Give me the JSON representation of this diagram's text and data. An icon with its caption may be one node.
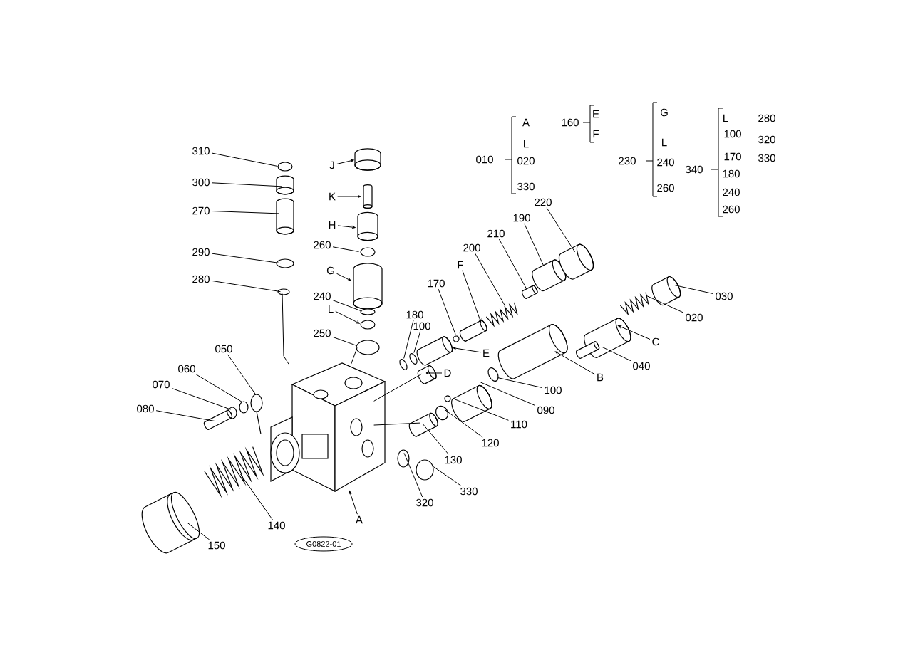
{
  "diagram": {
    "nodes": [
      {
        "text": [
          "310"
        ]
      },
      {
        "text": [
          "300"
        ]
      },
      {
        "text": [
          "270"
        ]
      },
      {
        "text": [
          "290"
        ]
      },
      {
        "text": [
          "280"
        ]
      },
      {
        "text": [
          "J"
        ]
      },
      {
        "text": [
          "K"
        ]
      },
      {
        "text": [
          "H"
        ]
      },
      {
        "text": [
          "260"
        ]
      },
      {
        "text": [
          "G"
        ]
      },
      {
        "text": [
          "240"
        ]
      },
      {
        "text": [
          "L"
        ]
      },
      {
        "text": [
          "250"
        ]
      },
      {
        "text": [
          "180"
        ]
      },
      {
        "text": [
          "100"
        ]
      },
      {
        "text": [
          "D"
        ]
      },
      {
        "text": [
          "170"
        ]
      },
      {
        "text": [
          "E"
        ]
      },
      {
        "text": [
          "F"
        ]
      },
      {
        "text": [
          "200"
        ]
      },
      {
        "text": [
          "210"
        ]
      },
      {
        "text": [
          "190"
        ]
      },
      {
        "text": [
          "220"
        ]
      },
      {
        "text": [
          "030"
        ]
      },
      {
        "text": [
          "020"
        ]
      },
      {
        "text": [
          "C"
        ]
      },
      {
        "text": [
          "040"
        ]
      },
      {
        "text": [
          "B"
        ]
      },
      {
        "text": [
          "100"
        ]
      },
      {
        "text": [
          "090"
        ]
      },
      {
        "text": [
          "110"
        ]
      },
      {
        "text": [
          "120"
        ]
      },
      {
        "text": [
          "130"
        ]
      },
      {
        "text": [
          "330"
        ]
      },
      {
        "text": [
          "320"
        ]
      },
      {
        "text": [
          "A"
        ]
      },
      {
        "text": [
          "050"
        ]
      },
      {
        "text": [
          "060"
        ]
      },
      {
        "text": [
          "070"
        ]
      },
      {
        "text": [
          "080"
        ]
      },
      {
        "text": [
          "140"
        ]
      },
      {
        "text": [
          "150"
        ]
      },
      {
        "text": [],
        "shape": "circle"
      },
      {
        "text": [],
        "shape": "picture"
      },
      {
        "text": [],
        "shape": "picture"
      },
      {
        "text": [],
        "shape": "circle"
      },
      {
        "text": [],
        "shape": "circle"
      },
      {
        "text": [],
        "shape": "picture"
      },
      {
        "text": [],
        "shape": "picture"
      },
      {
        "text": [],
        "shape": "picture"
      },
      {
        "text": [],
        "shape": "circle"
      },
      {
        "text": [],
        "shape": "picture"
      },
      {
        "text": [],
        "shape": "circle"
      },
      {
        "text": [],
        "shape": "circle"
      },
      {
        "text": [],
        "shape": "circle"
      },
      {
        "text": [],
        "shape": "circle"
      },
      {
        "text": [],
        "shape": "circle"
      },
      {
        "text": [],
        "shape": "picture"
      },
      {
        "text": [],
        "shape": "circle"
      },
      {
        "text": [],
        "shape": "picture"
      },
      {
        "text": [],
        "shape": "picture"
      },
      {
        "text": [],
        "shape": "picture"
      },
      {
        "text": [],
        "shape": "picture"
      },
      {
        "text": [],
        "shape": "picture"
      },
      {
        "text": [],
        "shape": "picture"
      },
      {
        "text": [],
        "shape": "picture"
      },
      {
        "text": [],
        "shape": "picture"
      },
      {
        "text": [],
        "shape": "picture"
      },
      {
        "text": [],
        "shape": "picture"
      },
      {
        "text": [],
        "shape": "picture"
      },
      {
        "text": [],
        "shape": "circle"
      },
      {
        "text": [],
        "shape": "picture"
      },
      {
        "text": [],
        "shape": "circle"
      },
      {
        "text": [],
        "shape": "circle"
      },
      {
        "text": [],
        "shape": "picture"
      },
      {
        "text": [],
        "shape": "circle"
      },
      {
        "text": [],
        "shape": "circle"
      },
      {
        "text": [],
        "shape": "picture"
      },
      {
        "text": [],
        "shape": "picture"
      },
      {
        "text": [],
        "shape": "circle"
      },
      {
        "text": [],
        "shape": "circle"
      },
      {
        "text": [],
        "shape": "picture"
      },
      {
        "text": [],
        "shape": "picture"
      },
      {
        "text": [],
        "shape": "picture"
      }
    ],
    "edges": [
      {
        "from": 0,
        "to": 42,
        "arrow": "none"
      },
      {
        "from": 1,
        "to": 43,
        "arrow": "none"
      },
      {
        "from": 2,
        "to": 44,
        "arrow": "none"
      },
      {
        "from": 3,
        "to": 45,
        "arrow": "none"
      },
      {
        "from": 4,
        "to": 46,
        "arrow": "none"
      },
      {
        "from": 5,
        "to": 47,
        "arrow": "to"
      },
      {
        "from": 6,
        "to": 48,
        "arrow": "to"
      },
      {
        "from": 7,
        "to": 49,
        "arrow": "to"
      },
      {
        "from": 8,
        "to": 50,
        "arrow": "none"
      },
      {
        "from": 9,
        "to": 51,
        "arrow": "to"
      },
      {
        "from": 10,
        "to": 52,
        "arrow": "none"
      },
      {
        "from": 11,
        "to": 53,
        "arrow": "to"
      },
      {
        "from": 12,
        "to": 54,
        "arrow": "none"
      },
      {
        "from": 13,
        "to": 55,
        "arrow": "none"
      },
      {
        "from": 14,
        "to": 56,
        "arrow": "none"
      },
      {
        "from": 15,
        "to": 57,
        "arrow": "to"
      },
      {
        "from": 16,
        "to": 58,
        "arrow": "none"
      },
      {
        "from": 17,
        "to": 59,
        "arrow": "to"
      },
      {
        "from": 18,
        "to": 60,
        "arrow": "to"
      },
      {
        "from": 19,
        "to": 61,
        "arrow": "none"
      },
      {
        "from": 20,
        "to": 62,
        "arrow": "none"
      },
      {
        "from": 21,
        "to": 63,
        "arrow": "none"
      },
      {
        "from": 22,
        "to": 64,
        "arrow": "none"
      },
      {
        "from": 23,
        "to": 65,
        "arrow": "none"
      },
      {
        "from": 24,
        "to": 66,
        "arrow": "none"
      },
      {
        "from": 25,
        "to": 67,
        "arrow": "to"
      },
      {
        "from": 26,
        "to": 68,
        "arrow": "none"
      },
      {
        "from": 27,
        "to": 69,
        "arrow": "to"
      },
      {
        "from": 28,
        "to": 70,
        "arrow": "none"
      },
      {
        "from": 29,
        "to": 71,
        "arrow": "none"
      },
      {
        "from": 30,
        "to": 72,
        "arrow": "none"
      },
      {
        "from": 31,
        "to": 73,
        "arrow": "none"
      },
      {
        "from": 32,
        "to": 74,
        "arrow": "none"
      },
      {
        "from": 33,
        "to": 75,
        "arrow": "none"
      },
      {
        "from": 34,
        "to": 76,
        "arrow": "none"
      },
      {
        "from": 35,
        "to": 77,
        "arrow": "to"
      },
      {
        "from": 36,
        "to": 78,
        "arrow": "none"
      },
      {
        "from": 37,
        "to": 79,
        "arrow": "none"
      },
      {
        "from": 38,
        "to": 80,
        "arrow": "none"
      },
      {
        "from": 39,
        "to": 81,
        "arrow": "none"
      },
      {
        "from": 40,
        "to": 82,
        "arrow": "none"
      },
      {
        "from": 41,
        "to": 83,
        "arrow": "none"
      },
      {
        "from": 46,
        "to": 77,
        "arrow": "none"
      },
      {
        "from": 54,
        "to": 77,
        "arrow": "none"
      },
      {
        "from": 57,
        "to": 77,
        "arrow": "none"
      },
      {
        "from": 74,
        "to": 77,
        "arrow": "none"
      }
    ],
    "labels": [
      "010",
      "A",
      "L",
      "020",
      "330",
      "160",
      "E",
      "F",
      "230",
      "G",
      "L",
      "240",
      "260",
      "340",
      "L",
      "100",
      "170",
      "180",
      "240",
      "260",
      "280",
      "320",
      "330",
      "G0822-01"
    ]
  }
}
